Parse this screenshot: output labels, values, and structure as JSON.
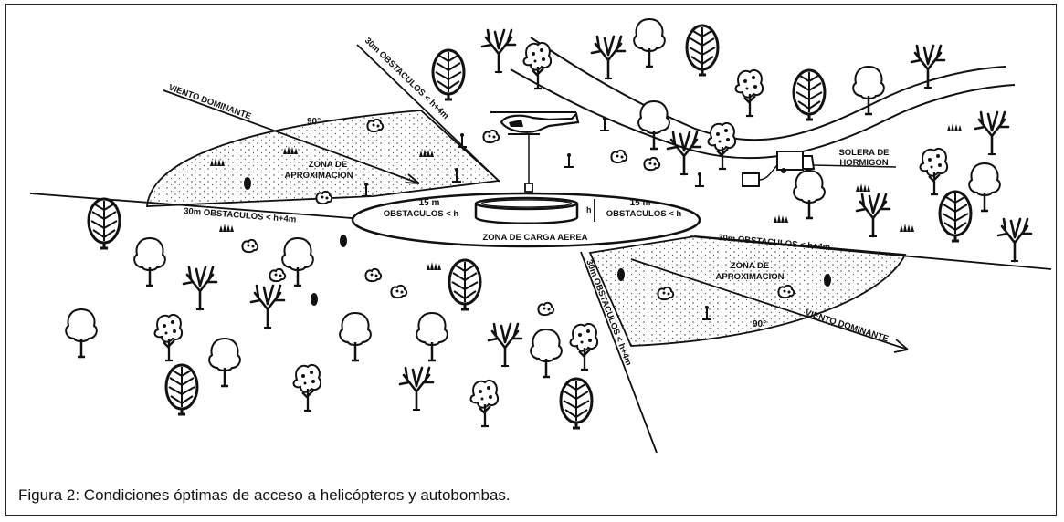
{
  "figure": {
    "caption": "Figura 2: Condiciones óptimas de acceso a helicópteros y autobombas."
  },
  "labels": {
    "viento_dominante": "VIENTO DOMINANTE",
    "angle_90": "90°",
    "zona_aprox_line1": "ZONA DE",
    "zona_aprox_line2": "APROXIMACION",
    "obstaculos_30m": "30m OBSTACULOS < h+4m",
    "obstaculos_30m_diag": "30m OBSTACULOS < h+4m",
    "dist_15m": "15 m",
    "obstaculos_h": "OBSTACULOS < h",
    "h": "h",
    "zona_carga": "ZONA DE CARGA AEREA",
    "solera_line1": "SOLERA DE",
    "solera_line2": "HORMIGON"
  },
  "colors": {
    "ink": "#111111",
    "paper": "#ffffff",
    "frame": "#222222"
  }
}
